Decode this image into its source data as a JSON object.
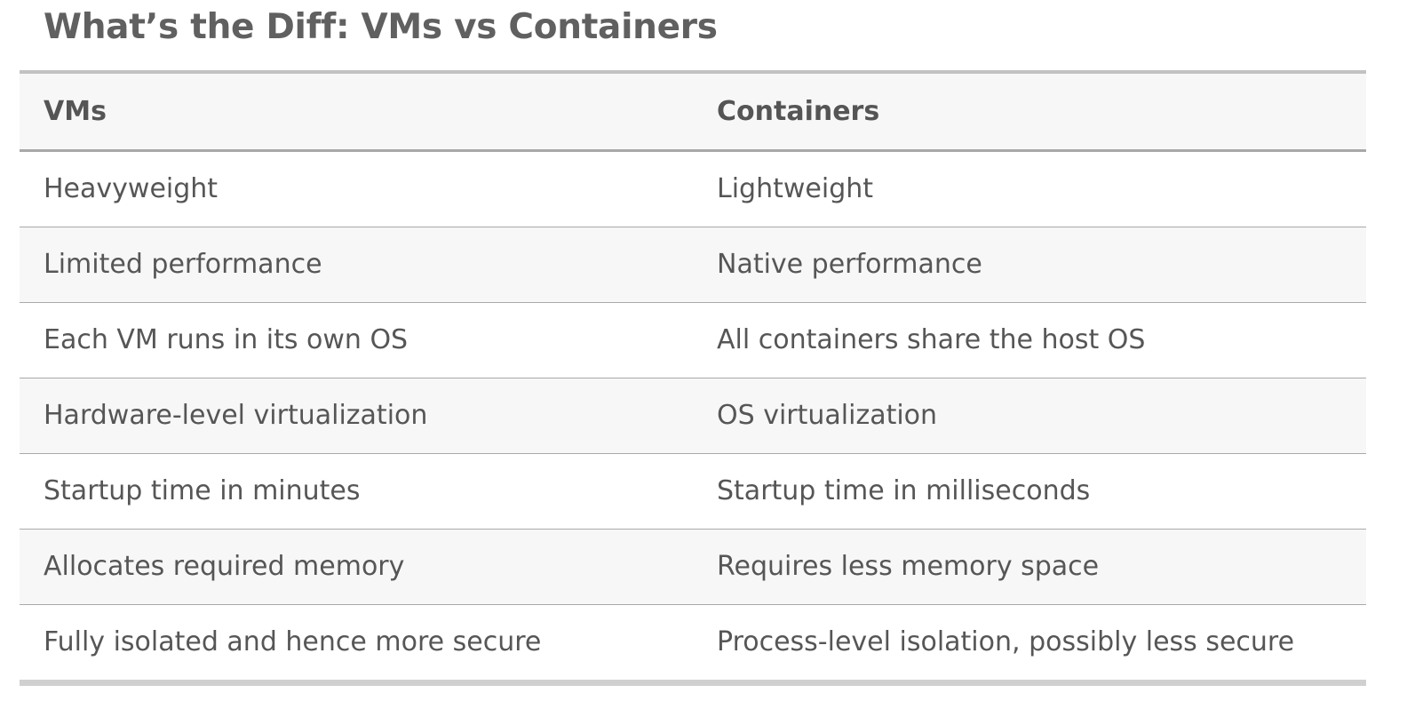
{
  "title": "What’s the Diff: VMs vs Containers",
  "table": {
    "headers": [
      "VMs",
      "Containers"
    ],
    "rows": [
      [
        "Heavyweight",
        "Lightweight"
      ],
      [
        "Limited performance",
        "Native performance"
      ],
      [
        "Each VM runs in its own OS",
        "All containers share the host OS"
      ],
      [
        "Hardware-level virtualization",
        "OS virtualization"
      ],
      [
        "Startup time in minutes",
        "Startup time in milliseconds"
      ],
      [
        "Allocates required memory",
        "Requires less memory space"
      ],
      [
        "Fully isolated and hence more secure",
        "Process-level isolation, possibly less secure"
      ]
    ]
  }
}
